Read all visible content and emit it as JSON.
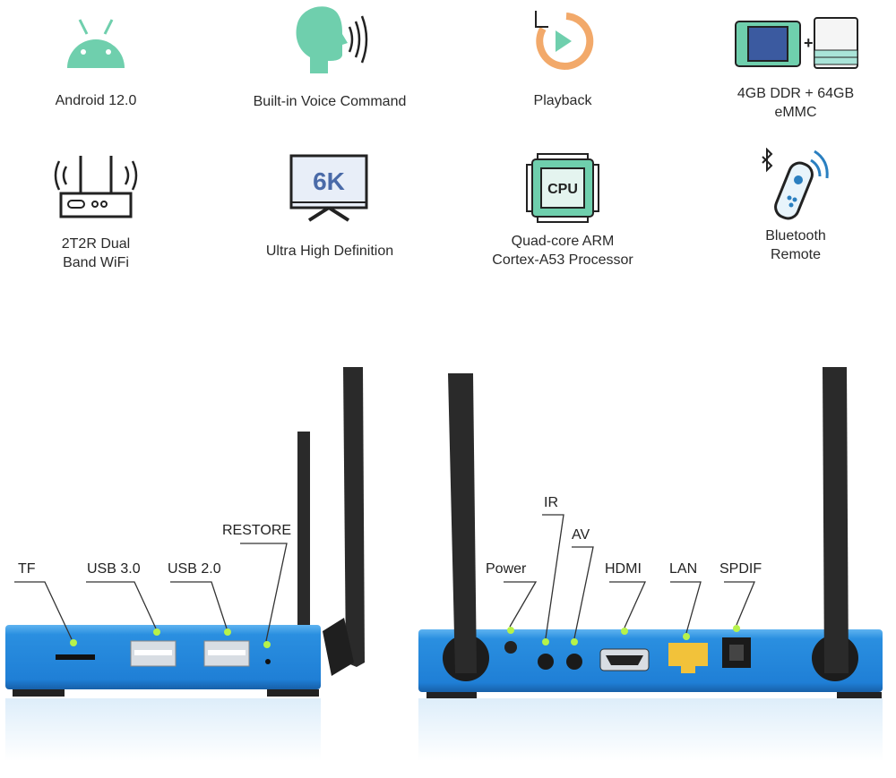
{
  "features": [
    {
      "icon": "android-icon",
      "label": "Android 12.0"
    },
    {
      "icon": "voice-head-icon",
      "label": "Built-in Voice Command"
    },
    {
      "icon": "playback-icon",
      "label": "Playback"
    },
    {
      "icon": "memory-storage-icon",
      "label_lines": [
        "4GB DDR + 64GB",
        "eMMC"
      ]
    },
    {
      "icon": "wifi-router-icon",
      "label_lines": [
        "2T2R Dual",
        "Band WiFi"
      ]
    },
    {
      "icon": "monitor-6k-icon",
      "label": "Ultra High Definition",
      "icon_text": "6K"
    },
    {
      "icon": "cpu-icon",
      "label_lines": [
        "Quad-core ARM",
        "Cortex-A53 Processor"
      ],
      "icon_text": "CPU"
    },
    {
      "icon": "bluetooth-remote-icon",
      "label_lines": [
        "Bluetooth",
        "Remote"
      ]
    }
  ],
  "front_ports": {
    "tf": "TF",
    "usb3": "USB 3.0",
    "usb2": "USB 2.0",
    "restore": "RESTORE"
  },
  "back_ports": {
    "power": "Power",
    "ir": "IR",
    "av": "AV",
    "hdmi": "HDMI",
    "lan": "LAN",
    "spdif": "SPDIF"
  },
  "colors": {
    "teal": "#6fcfad",
    "orange": "#f2a96a",
    "device_blue": "#2a8fe0",
    "indicator": "#b6f24a",
    "lan_yellow": "#f2c23a"
  }
}
